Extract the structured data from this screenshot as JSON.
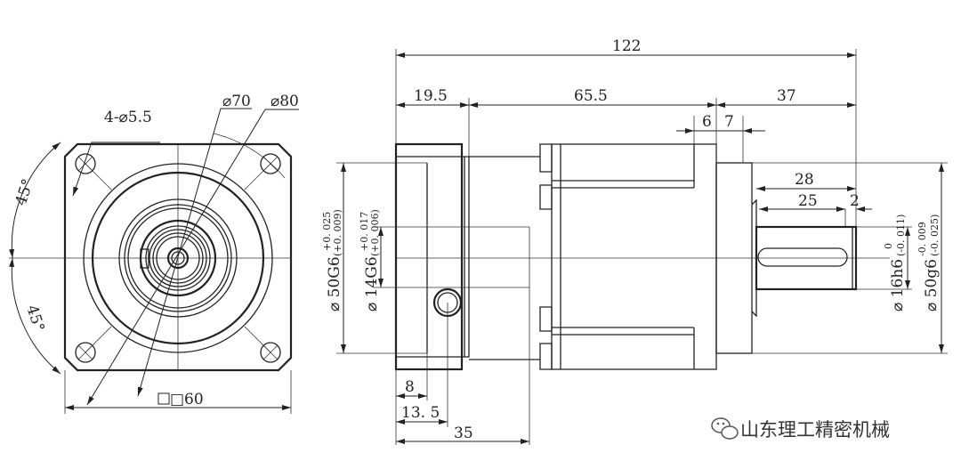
{
  "front_view": {
    "hole_label": "4-⌀5.5",
    "dia70_label": "⌀70",
    "dia80_label": "⌀80",
    "square_label": "□60",
    "angle_top": "45°",
    "angle_bottom": "45°"
  },
  "side_view": {
    "overall_length": "122",
    "flange_length": "19.5",
    "body_length": "65.5",
    "shaft_length": "37",
    "dim_6": "6",
    "dim_7": "7",
    "shaft_28": "28",
    "key_25": "25",
    "key_offset_2": "2",
    "bore_50": "⌀ 50G6",
    "bore_50_tol_upper": "+0. 025",
    "bore_50_tol_lower": "(+0. 009)",
    "bore_14": "⌀ 14G6",
    "bore_14_tol_upper": "+0. 017",
    "bore_14_tol_lower": "(+0. 006)",
    "shaft_16": "⌀ 16h6",
    "shaft_16_tol_upper": "0",
    "shaft_16_tol_lower": "(-0. 011)",
    "pilot_50": "⌀ 50g6",
    "pilot_50_tol_upper": "-0. 009",
    "pilot_50_tol_lower": "(-0. 025)",
    "dim_8": "8",
    "dim_13_5": "13. 5",
    "dim_35": "35"
  },
  "watermark": {
    "text": "山东理工精密机械",
    "icon": "wechat-icon"
  }
}
